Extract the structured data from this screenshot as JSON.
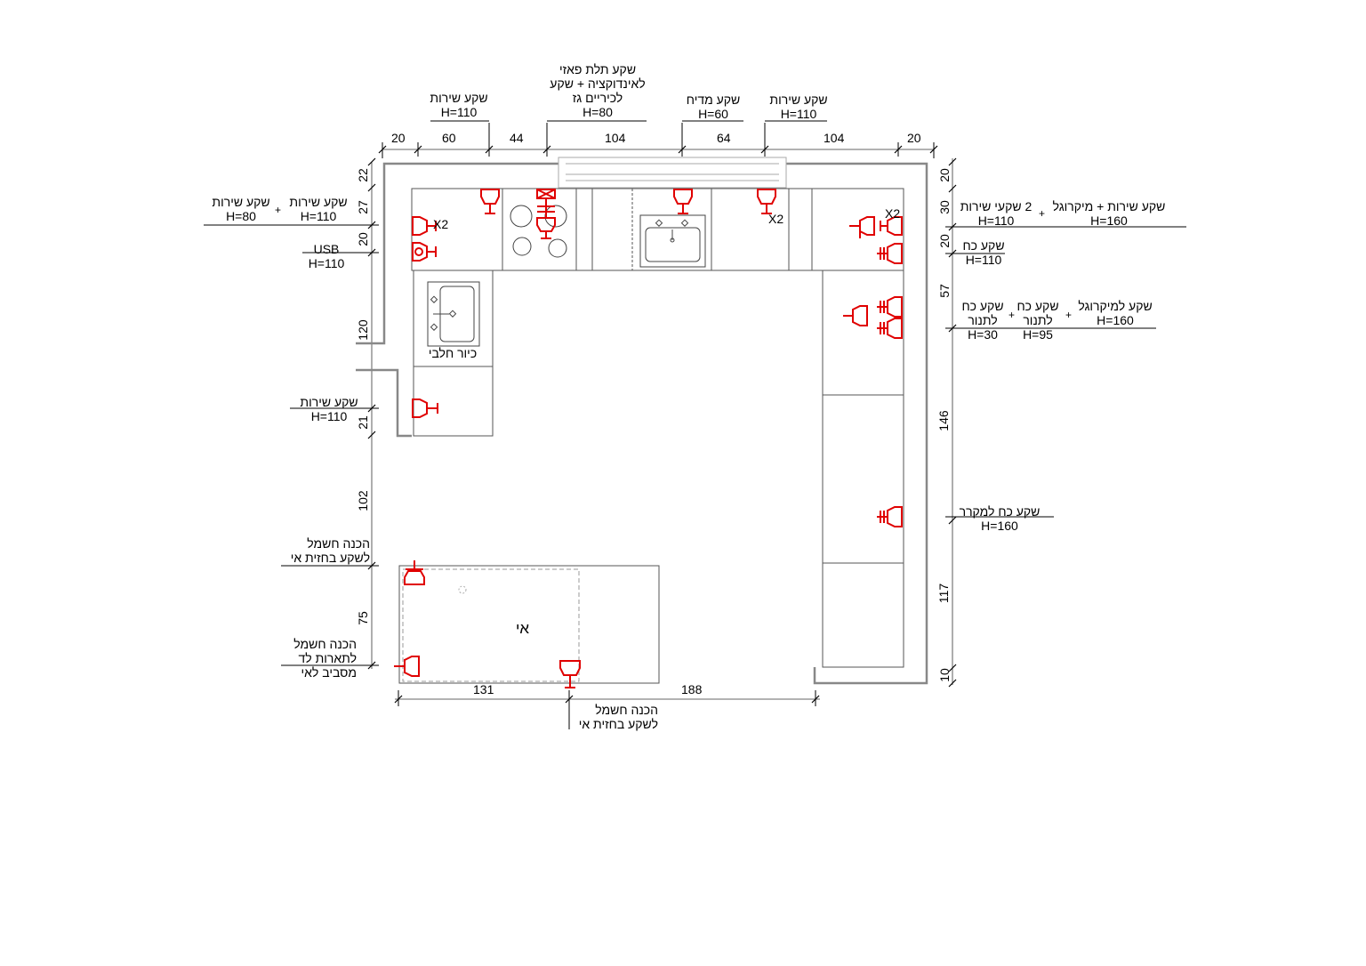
{
  "top_dims": {
    "d1": "20",
    "d2": "60",
    "d3": "44",
    "d4": "104",
    "d5": "64",
    "d6": "104",
    "d7": "20"
  },
  "right_dims": {
    "d1": "20",
    "d2": "30",
    "d3": "20",
    "d4": "57",
    "d5": "146",
    "d6": "117",
    "d7": "10"
  },
  "left_dims": {
    "d1": "22",
    "d2": "27",
    "d3": "20",
    "d4": "120",
    "d5": "21",
    "d6": "102",
    "d7": "75"
  },
  "bottom_dims": {
    "d1": "131",
    "d2": "188"
  },
  "plus": "+",
  "labels": {
    "top_service_left": {
      "line1": "שקע שירות",
      "line2": "H=110"
    },
    "top_three_phase": {
      "line1": "שקע תלת פאזי",
      "line2": "לאינדוקציה + שקע",
      "line3": "לכיריים גז",
      "line4": "H=80"
    },
    "top_dishwasher": {
      "line1": "שקע מדיח",
      "line2": "H=60"
    },
    "top_service_right": {
      "line1": "שקע שירות",
      "line2": "H=110"
    },
    "left_service_a": {
      "line1": "שקע שירות",
      "line2": "H=80"
    },
    "left_service_b": {
      "line1": "שקע שירות",
      "line2": "H=110"
    },
    "left_usb": {
      "line1": "USB",
      "line2": "H=110"
    },
    "left_service_c": {
      "line1": "שקע שירות",
      "line2": "H=110"
    },
    "left_island_prep": {
      "line1": "הכנה חשמל",
      "line2": "לשקע בחזית אי"
    },
    "left_led_prep": {
      "line1": "הכנה חשמל",
      "line2": "לתארות לד",
      "line3": "מסביב לאי"
    },
    "right_two_service": {
      "line1": "2 שקעי שירות",
      "line2": "H=110"
    },
    "right_service_micro": {
      "line1": "שקע שירות + מיקרוגל",
      "line2": "H=160"
    },
    "right_power": {
      "line1": "שקע כח",
      "line2": "H=110"
    },
    "right_oven_low": {
      "line1": "שקע כח",
      "line2": "לתנור",
      "line3": "H=30"
    },
    "right_oven_high": {
      "line1": "שקע כח",
      "line2": "לתנור",
      "line3": "H=95"
    },
    "right_microwave": {
      "line1": "שקע למיקרוגל",
      "line2": "H=160"
    },
    "right_fridge": {
      "line1": "שקע כח למקרר",
      "line2": "H=160"
    },
    "bottom_island_prep": {
      "line1": "הכנה חשמל",
      "line2": "לשקע בחזית אי"
    }
  },
  "annotations": {
    "x2_left": "X2",
    "x2_mid": "X2",
    "x2_right": "X2",
    "dairy_sink": "כיור חלבי",
    "island": "אי"
  }
}
